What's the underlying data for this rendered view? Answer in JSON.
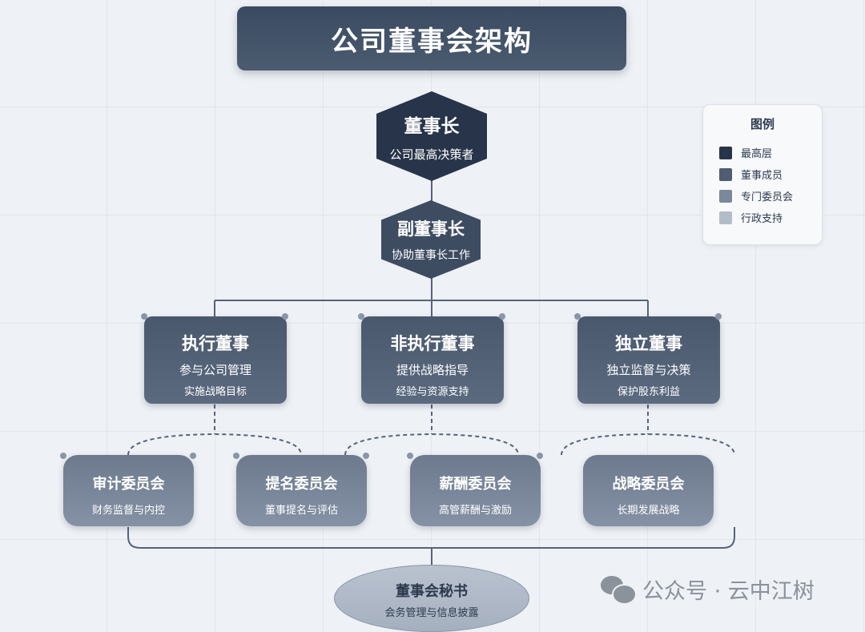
{
  "title": "公司董事会架构",
  "chairman": {
    "title": "董事长",
    "subtitle": "公司最高决策者"
  },
  "vice_chairman": {
    "title": "副董事长",
    "subtitle": "协助董事长工作"
  },
  "members": [
    {
      "title": "执行董事",
      "line1": "参与公司管理",
      "line2": "实施战略目标"
    },
    {
      "title": "非执行董事",
      "line1": "提供战略指导",
      "line2": "经验与资源支持"
    },
    {
      "title": "独立董事",
      "line1": "独立监督与决策",
      "line2": "保护股东利益"
    }
  ],
  "committees": [
    {
      "title": "审计委员会",
      "subtitle": "财务监督与内控"
    },
    {
      "title": "提名委员会",
      "subtitle": "董事提名与评估"
    },
    {
      "title": "薪酬委员会",
      "subtitle": "高管薪酬与激励"
    },
    {
      "title": "战略委员会",
      "subtitle": "长期发展战略"
    }
  ],
  "secretary": {
    "title": "董事会秘书",
    "subtitle": "会务管理与信息披露"
  },
  "legend": {
    "title": "图例",
    "items": [
      {
        "label": "最高层",
        "color": "#273449"
      },
      {
        "label": "董事成员",
        "color": "#4f5d72"
      },
      {
        "label": "专门委员会",
        "color": "#7b889b"
      },
      {
        "label": "行政支持",
        "color": "#b3bcc9"
      }
    ]
  },
  "watermark": {
    "text": "公众号 · 云中江树",
    "icon": "wechat-icon"
  }
}
